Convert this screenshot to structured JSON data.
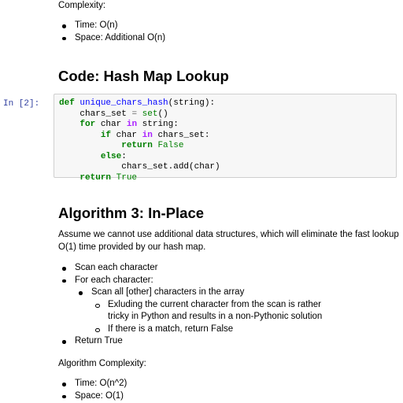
{
  "top_label": "Complexity:",
  "top_list": [
    "Time: O(n)",
    "Space: Additional O(n)"
  ],
  "code_heading": "Code: Hash Map Lookup",
  "cell_prompt": "In [2]:",
  "code": {
    "line1": {
      "def": "def",
      "fname": "unique_chars_hash",
      "args": "(string):"
    },
    "line2": {
      "var": "chars_set",
      "eq": "=",
      "call": "set",
      "paren": "()"
    },
    "line3": {
      "for": "for",
      "var": "char",
      "in": "in",
      "iter": "string:"
    },
    "line4": {
      "if": "if",
      "var": "char",
      "in": "in",
      "iter": "chars_set:"
    },
    "line5": {
      "return": "return",
      "value": "False"
    },
    "line6": {
      "else": "else",
      "colon": ":"
    },
    "line7": {
      "stmt": "chars_set.add(char)"
    },
    "line8": {
      "return": "return",
      "value": "True"
    }
  },
  "algo_heading": "Algorithm 3: In-Place",
  "algo_desc_1": "Assume we cannot use additional data structures, which will eliminate the fast lookup",
  "algo_desc_2": "O(1) time provided by our hash map.",
  "steps": {
    "scan": "Scan each character",
    "for_each": "For each character:",
    "scan_all": "Scan all [other] characters in the array",
    "excluding_1": "Exluding the current character from the scan is rather",
    "excluding_2": "tricky in Python and results in a non-Pythonic solution",
    "match": "If there is a match, return False",
    "return_true": "Return True"
  },
  "complexity_label": "Algorithm Complexity:",
  "bottom_list": [
    "Time: O(n^2)",
    "Space: O(1)"
  ]
}
